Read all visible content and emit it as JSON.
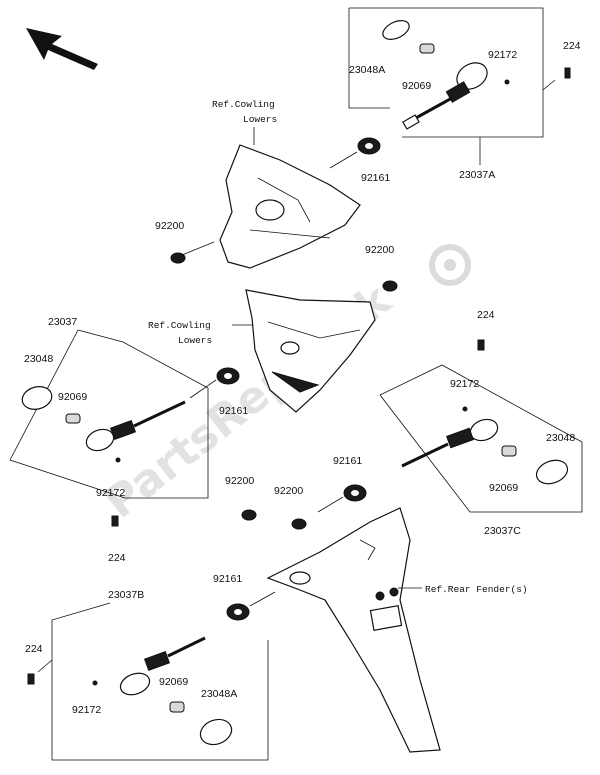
{
  "watermark": "PartsRepublik",
  "refs": {
    "cowling_upper": [
      "Ref.Cowling",
      "Lowers"
    ],
    "cowling_lower": [
      "Ref.Cowling",
      "Lowers"
    ],
    "rear_fender": "Ref.Rear Fender(s)"
  },
  "labels": {
    "p224_a": "224",
    "p23048A_a": "23048A",
    "p92069_a": "92069",
    "p92172_a": "92172",
    "p23037A": "23037A",
    "p92161_a": "92161",
    "p92200_a": "92200",
    "p92200_b": "92200",
    "p23037": "23037",
    "p23048_b": "23048",
    "p92069_b": "92069",
    "p92161_b": "92161",
    "p92172_b": "92172",
    "p224_b": "224",
    "p224_c": "224",
    "p92172_c": "92172",
    "p23048_c": "23048",
    "p92161_c": "92161",
    "p92069_c": "92069",
    "p23037C": "23037C",
    "p92200_c": "92200",
    "p92200_d": "92200",
    "p92161_d": "92161",
    "p23037B": "23037B",
    "p224_d": "224",
    "p92069_d": "92069",
    "p23048A_d": "23048A",
    "p92172_d": "92172"
  }
}
